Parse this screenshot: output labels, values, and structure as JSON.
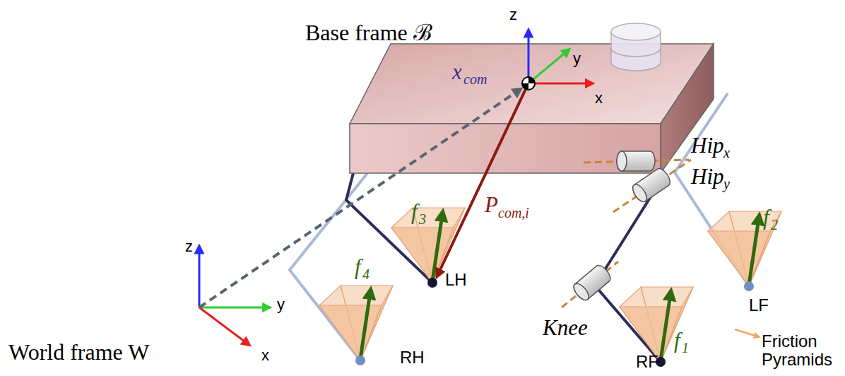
{
  "diagram": {
    "labels": [
      "Base frame ℬ",
      "z",
      "y",
      "x",
      "x",
      "com",
      "Hip",
      "x",
      "Hip",
      "y",
      "P",
      "com,i",
      "f",
      "3",
      "f",
      "4",
      "f",
      "1",
      "f",
      "2",
      "LH",
      "RH",
      "LF",
      "RF",
      "Knee",
      "Friction Pyramids",
      "World frame W",
      "z",
      "y",
      "x"
    ]
  }
}
